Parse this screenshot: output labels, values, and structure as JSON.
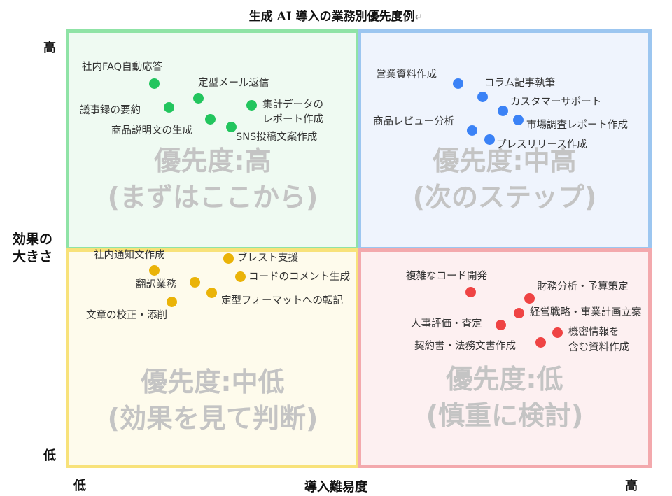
{
  "title": "生成 AI 導入の業務別優先度例",
  "return_mark": "↵",
  "axes": {
    "y_label": "効果の大きさ",
    "y_high": "高",
    "y_low": "低",
    "x_label": "導入難易度",
    "x_low": "低",
    "x_high": "高"
  },
  "quadrants": {
    "top_left": {
      "line1": "優先度:高",
      "line2": "(まずはここから)",
      "color": "#8fe3a6"
    },
    "top_right": {
      "line1": "優先度:中高",
      "line2": "(次のステップ)",
      "color": "#9cc6f0"
    },
    "bottom_left": {
      "line1": "優先度:中低",
      "line2": "(効果を見て判断)",
      "color": "#f8e27a"
    },
    "bottom_right": {
      "line1": "優先度:低",
      "line2": "(慎重に検討)",
      "color": "#f3a9ad"
    }
  },
  "tasks": {
    "green": [
      "社内FAQ自動応答",
      "定型メール返信",
      "議事録の要約",
      "集計データの",
      "レポート作成",
      "商品説明文の生成",
      "SNS投稿文案作成"
    ],
    "blue": [
      "営業資料作成",
      "コラム記事執筆",
      "カスタマーサポート",
      "商品レビュー分析",
      "市場調査レポート作成",
      "プレスリリース作成"
    ],
    "yellow": [
      "社内通知文作成",
      "ブレスト支援",
      "コードのコメント生成",
      "翻訳業務",
      "定型フォーマットへの転記",
      "文章の校正・添削"
    ],
    "red": [
      "複雑なコード開発",
      "財務分析・予算策定",
      "経営戦略・事業計画立案",
      "人事評価・査定",
      "機密情報を",
      "含む資料作成",
      "契約書・法務文書作成"
    ]
  },
  "colors": {
    "green_dot": "#22c55e",
    "blue_dot": "#3b82f6",
    "yellow_dot": "#eab308",
    "red_dot": "#ef4444"
  }
}
